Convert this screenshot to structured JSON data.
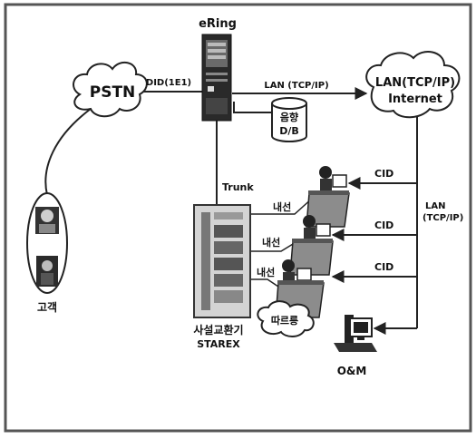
{
  "nodes": {
    "pstn": "PSTN",
    "ering": "eRing",
    "internet_line1": "LAN(TCP/IP)",
    "internet_line2": "Internet",
    "db_line1": "음향",
    "db_line2": "D/B",
    "pbx_line1": "사설교환기",
    "pbx_line2": "STAREX",
    "customer": "고객",
    "om": "O&M",
    "floor_cloud": "따르릉"
  },
  "edges": {
    "did": "DID(1E1)",
    "lan_top": "LAN (TCP/IP)",
    "trunk": "Trunk",
    "lan_right_line1": "LAN",
    "lan_right_line2": "(TCP/IP)",
    "ext1": "내선",
    "ext2": "내선",
    "ext3": "내선",
    "cid1": "CID",
    "cid2": "CID",
    "cid3": "CID"
  },
  "colors": {
    "frame": "#555555",
    "line": "#222222",
    "server": "#2a2a2a",
    "pbx": "#cfcfcf"
  }
}
